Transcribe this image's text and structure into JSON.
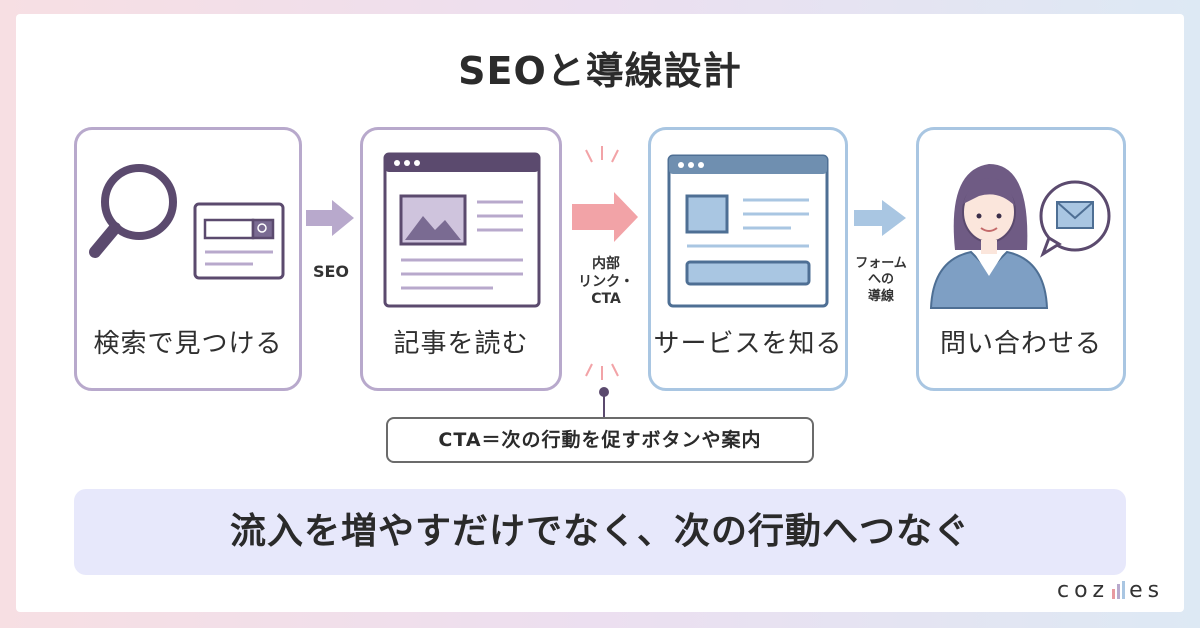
{
  "title": "SEOと導線設計",
  "steps": [
    {
      "label": "検索で見つける"
    },
    {
      "label": "記事を読む"
    },
    {
      "label": "サービスを知る"
    },
    {
      "label": "問い合わせる"
    }
  ],
  "arrows": [
    {
      "label": "SEO"
    },
    {
      "label_lines": [
        "内部",
        "リンク・",
        "CTA"
      ]
    },
    {
      "label_lines": [
        "フォーム",
        "への",
        "導線"
      ]
    }
  ],
  "cta_note": "CTA＝次の行動を促すボタンや案内",
  "banner": "流入を増やすだけでなく、次の行動へつなぐ",
  "logo": {
    "left": "coz",
    "right": "es"
  },
  "colors": {
    "purple": "#b8a9cc",
    "purple_dark": "#5b4a6e",
    "blue": "#a9c6e2",
    "blue_dark": "#4e6f94",
    "pink_arrow": "#f2a3a7",
    "banner_bg": "#e7e8fb"
  },
  "icons": [
    "magnifier-icon",
    "search-bar-icon",
    "article-window-icon",
    "service-window-icon",
    "person-icon",
    "mail-bubble-icon"
  ]
}
